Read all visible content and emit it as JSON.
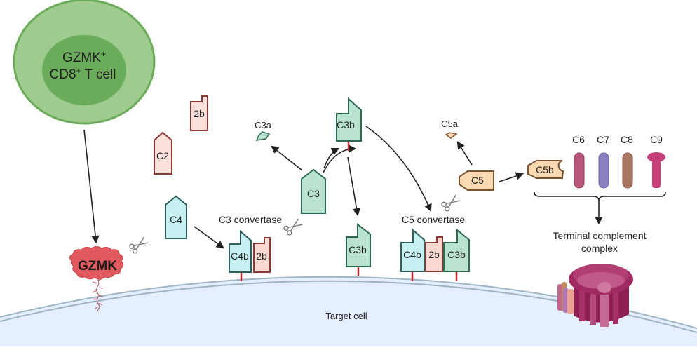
{
  "diagram": {
    "title": "GZMK-mediated complement activation",
    "tcell": {
      "line1": "GZMK",
      "line1_sup": "+",
      "line2a": "CD8",
      "line2_sup": "+",
      "line2b": " T cell"
    },
    "gzmk": {
      "label": "GZMK"
    },
    "target_cell": {
      "label": "Target cell"
    },
    "proteins": {
      "c2": "C2",
      "c2_fragment": "2b",
      "c4": "C4",
      "c3": "C3",
      "c3a": "C3a",
      "c3b_top": "C3b",
      "c3b_bound": "C3b",
      "c5": "C5",
      "c5a": "C5a",
      "c5b": "C5b",
      "c6": "C6",
      "c7": "C7",
      "c8": "C8",
      "c9": "C9"
    },
    "c3_convertase": {
      "label": "C3 convertase",
      "parts": [
        "C4b",
        "2b"
      ]
    },
    "c5_convertase": {
      "label": "C5 convertase",
      "parts": [
        "C4b",
        "2b",
        "C3b"
      ]
    },
    "tcc": {
      "line1": "Terminal complement",
      "line2": "complex"
    },
    "colors": {
      "tcell_outer": "#9fcc8e",
      "tcell_inner": "#6aac5a",
      "tcell_stroke": "#6aac5a",
      "gzmk_fill": "#e05a5f",
      "c2_fill": "#fbe0dc",
      "c2_stroke": "#8b3a33",
      "c4_fill": "#c7f0f2",
      "c4_stroke": "#2c5e5a",
      "c3_fill": "#b9e2cf",
      "c3_stroke": "#2c6b52",
      "c5_fill": "#fbd9b2",
      "c5_stroke": "#7a5430",
      "c6": "#b8557a",
      "c7": "#8a82c0",
      "c8": "#a57560",
      "c9": "#c8407a",
      "membrane_fill": "#e5efff",
      "membrane_stroke": "#9fb5c4",
      "anchor": "#c0282d"
    }
  }
}
